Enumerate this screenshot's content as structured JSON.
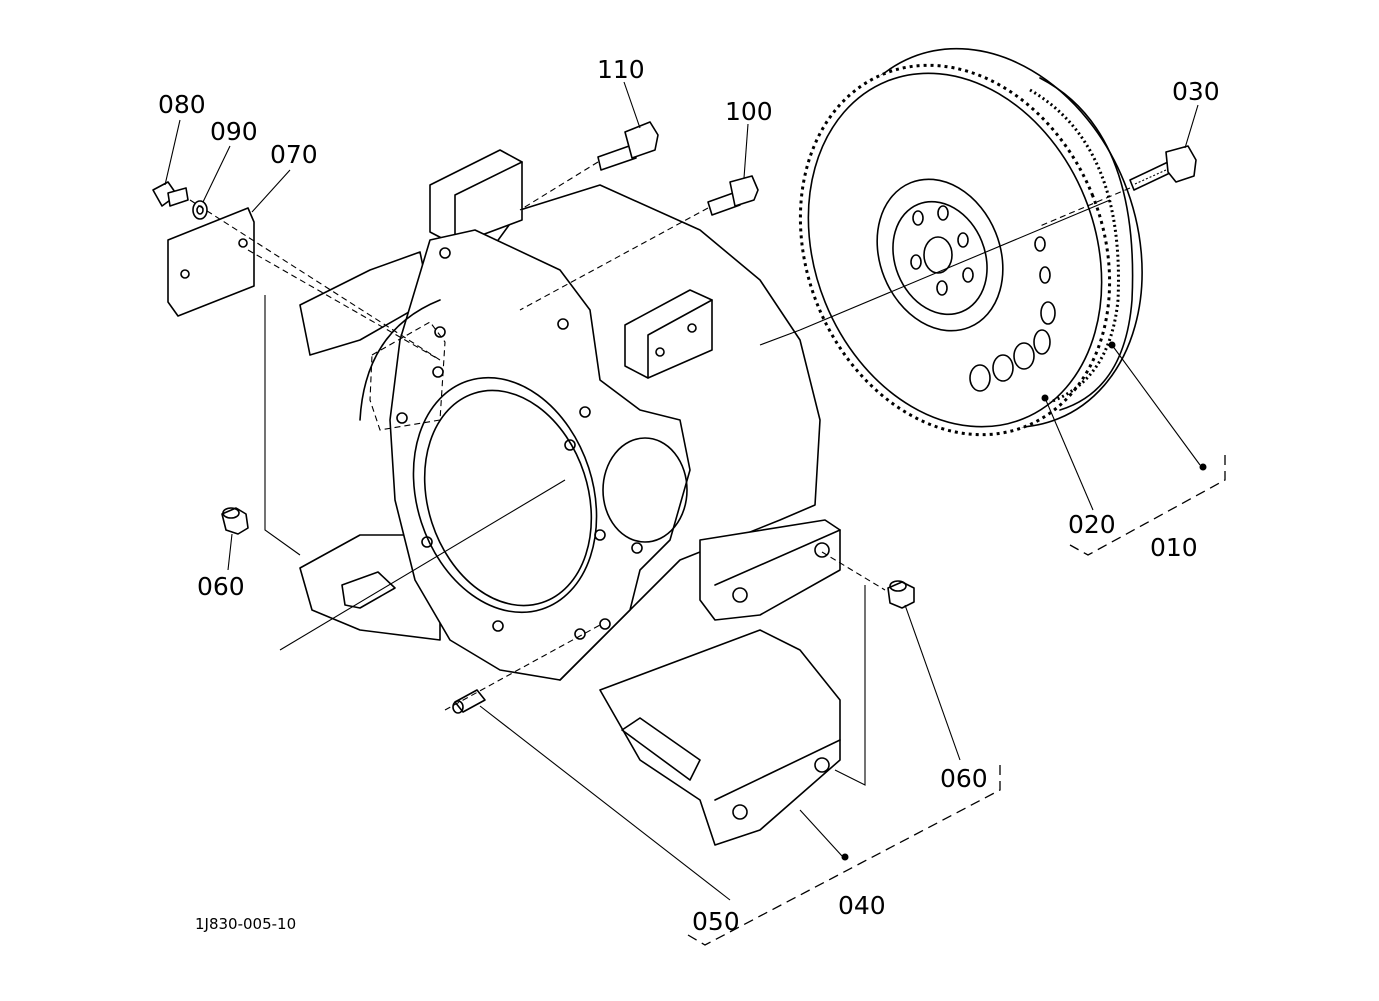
{
  "diagram": {
    "drawing_id": "1J830-005-10",
    "callouts": {
      "c110": "110",
      "c100": "100",
      "c080": "080",
      "c090": "090",
      "c070": "070",
      "c030": "030",
      "c060_left": "060",
      "c060_right": "060",
      "c020": "020",
      "c010": "010",
      "c050": "050",
      "c040": "040"
    }
  }
}
